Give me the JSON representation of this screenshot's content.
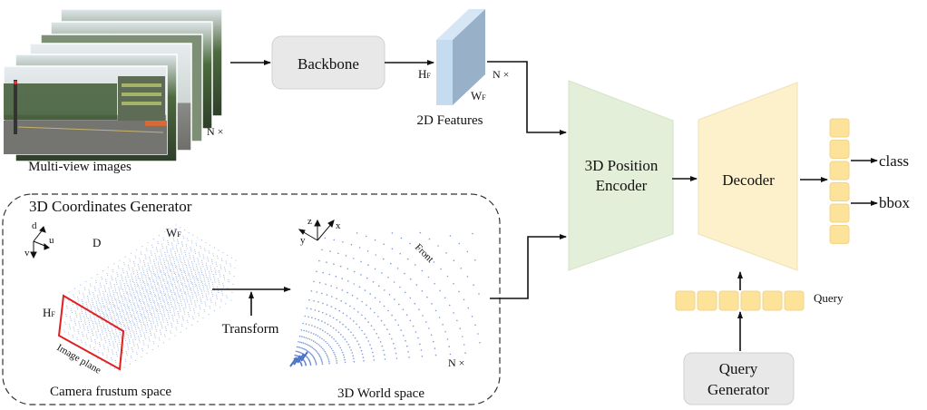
{
  "figure": {
    "multiview": {
      "caption": "Multi-view images",
      "count_label": "N ×"
    },
    "backbone": {
      "label": "Backbone"
    },
    "features_2d": {
      "caption": "2D Features",
      "height_label": "H",
      "height_sub": "F",
      "width_label": "W",
      "width_sub": "F",
      "count_label": "N ×"
    },
    "coords_generator": {
      "title": "3D Coordinates Generator",
      "frustum": {
        "caption": "Camera frustum space",
        "axes": [
          "d",
          "u",
          "v"
        ],
        "depth_label": "D",
        "width_label": "W",
        "width_sub": "F",
        "height_label": "H",
        "height_sub": "F",
        "image_plane_label": "Image plane"
      },
      "transform_label": "Transform",
      "world": {
        "caption": "3D World space",
        "axes": [
          "z",
          "x",
          "y"
        ],
        "front_label": "Front",
        "count_label": "N ×"
      }
    },
    "encoder": {
      "line1": "3D Position",
      "line2": "Encoder"
    },
    "decoder": {
      "label": "Decoder"
    },
    "outputs": {
      "class_label": "class",
      "bbox_label": "bbox"
    },
    "query": {
      "label": "Query"
    },
    "query_generator": {
      "line1": "Query",
      "line2": "Generator"
    },
    "colors": {
      "encoder_fill": "#e3efd9",
      "decoder_fill": "#fdf1cc",
      "token_fill": "#fde29a",
      "box_fill": "#e8e8e8",
      "feature_front": "#c5dbef",
      "feature_side": "#99b1c8",
      "point_color": "#4a72c4",
      "image_plane": "#e02020"
    }
  }
}
